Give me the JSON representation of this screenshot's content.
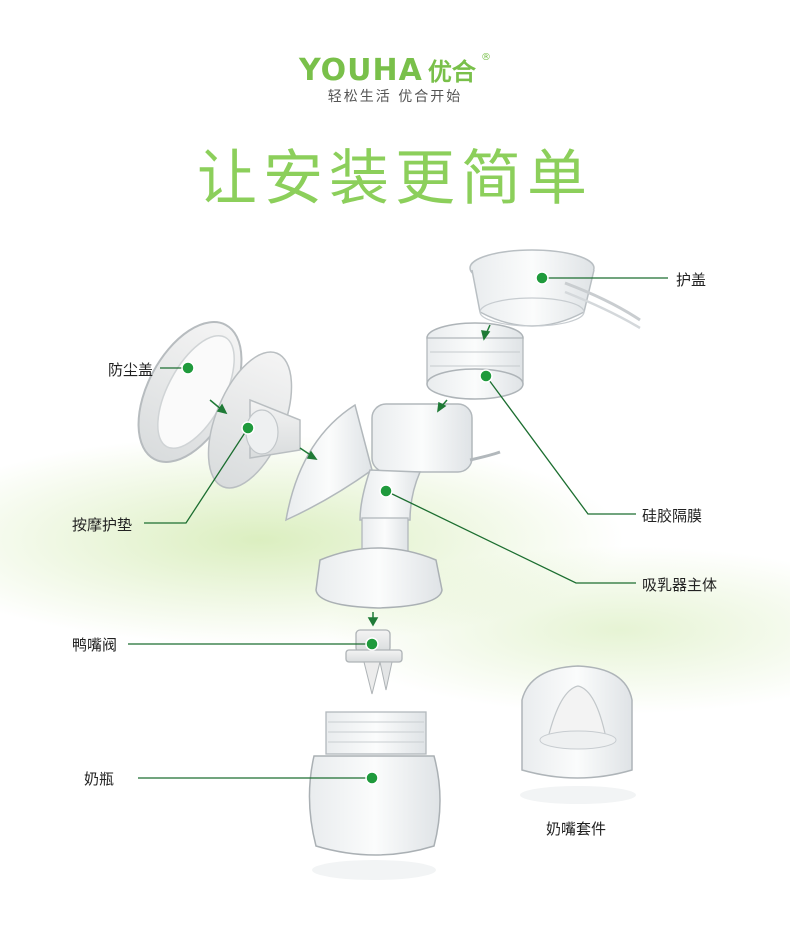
{
  "brand": {
    "name": "YOUHA",
    "name_cn": "优合",
    "registered": "®",
    "slogan": "轻松生活 优合开始"
  },
  "headline": "让安装更简单",
  "parts": {
    "lid": "护盖",
    "silicone_diaphragm": "硅胶隔膜",
    "dust_cover": "防尘盖",
    "massage_pad": "按摩护垫",
    "pump_body": "吸乳器主体",
    "duckbill_valve": "鸭嘴阀",
    "bottle": "奶瓶",
    "nipple_set": "奶嘴套件"
  },
  "colors": {
    "brand_green": "#79c04a",
    "headline_green": "#8ccf5b",
    "marker_green": "#1f9a3c",
    "leader_line": "#1c6e30"
  }
}
